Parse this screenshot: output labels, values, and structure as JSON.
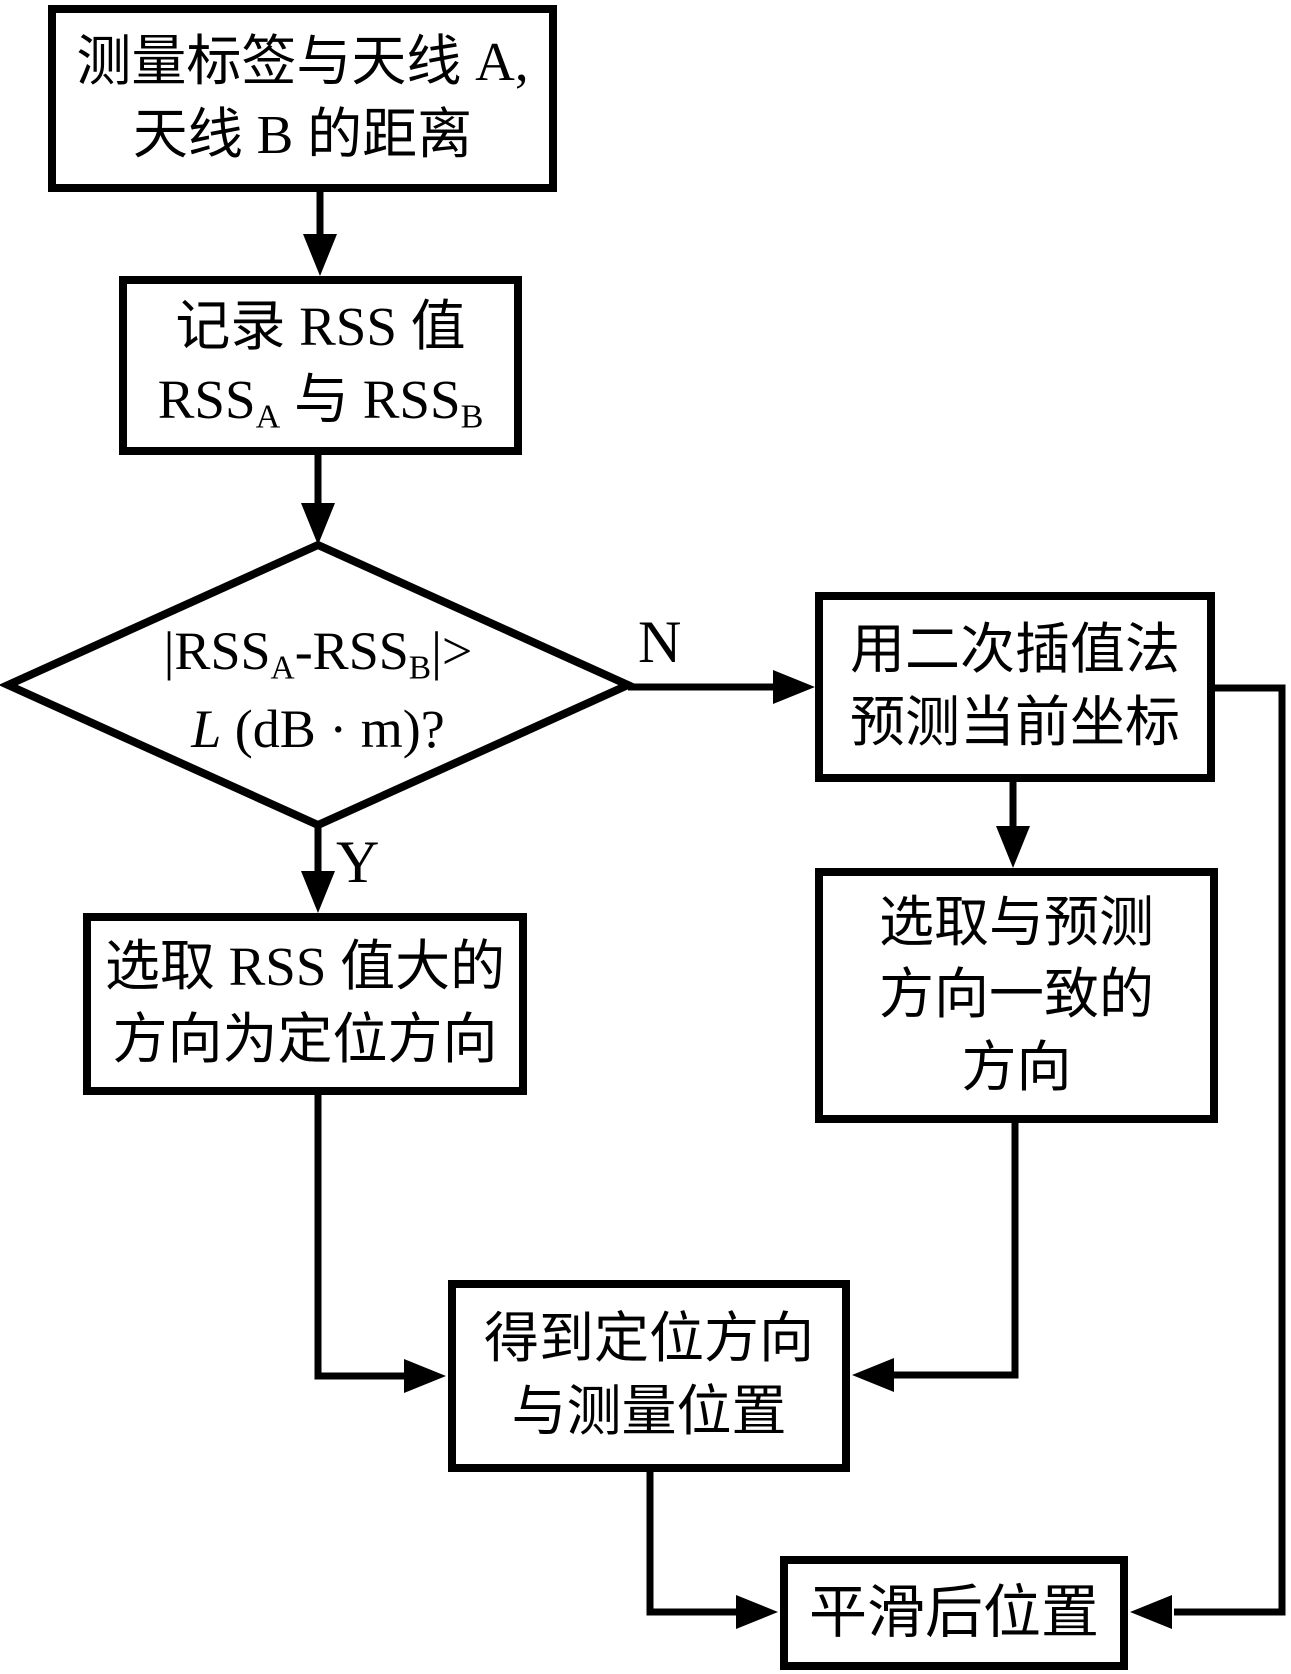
{
  "flowchart": {
    "colors": {
      "line": "#000000",
      "node_fill": "#ffffff",
      "text": "#000000"
    },
    "labels": {
      "no": "N",
      "yes": "Y"
    },
    "nodes": {
      "measure_distance": {
        "lines": [
          "测量标签与天线 A,",
          "天线 B 的距离"
        ]
      },
      "record_rss": {
        "line1": "记录 RSS 值",
        "line2_rich": [
          {
            "t": "RSS"
          },
          {
            "t": "A",
            "sub": true
          },
          {
            "t": " 与 RSS"
          },
          {
            "t": "B",
            "sub": true
          }
        ]
      },
      "decision": {
        "line1_rich": [
          {
            "t": "|RSS"
          },
          {
            "t": "A",
            "sub": true
          },
          {
            "t": "-RSS"
          },
          {
            "t": "B",
            "sub": true
          },
          {
            "t": "|>"
          }
        ],
        "line2_rich": [
          {
            "t": "L",
            "i": true
          },
          {
            "t": " (dB · m)?"
          }
        ]
      },
      "predict_coord": {
        "lines": [
          "用二次插值法",
          "预测当前坐标"
        ]
      },
      "choose_rss_direction": {
        "lines": [
          "选取 RSS 值大的",
          "方向为定位方向"
        ]
      },
      "choose_consistent_direction": {
        "lines": [
          "选取与预测",
          "方向一致的",
          "方向"
        ]
      },
      "get_position": {
        "lines": [
          "得到定位方向",
          "与测量位置"
        ]
      },
      "smoothed_position": {
        "lines": [
          "平滑后位置"
        ]
      }
    }
  }
}
